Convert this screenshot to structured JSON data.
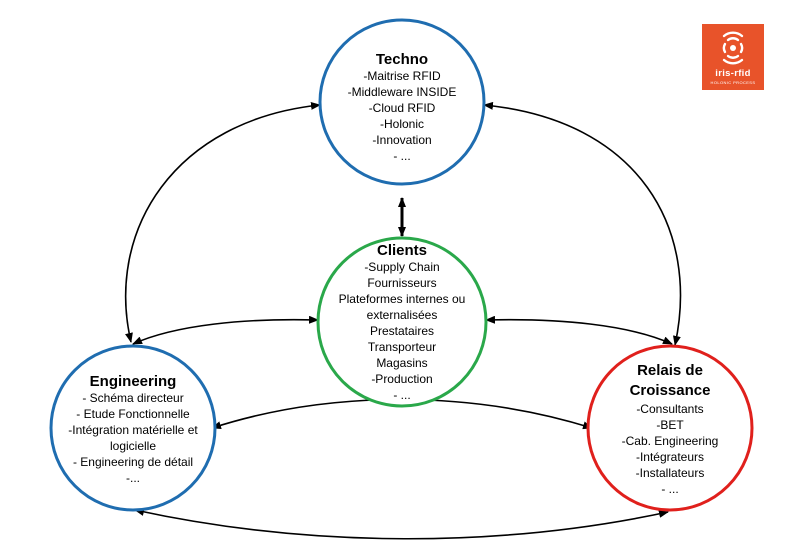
{
  "nodes": {
    "techno": {
      "title": "Techno",
      "lines": [
        "-Maitrise RFID",
        "-Middleware INSIDE",
        "-Cloud RFID",
        "-Holonic",
        "-Innovation",
        "- ..."
      ],
      "color": "#1f6db0"
    },
    "clients": {
      "title": "Clients",
      "lines": [
        "-Supply Chain",
        "Fournisseurs",
        "Plateformes internes ou",
        "externalisées",
        "Prestataires",
        "Transporteur",
        "Magasins",
        "-Production",
        "- ..."
      ],
      "color": "#2aa84a"
    },
    "engineering": {
      "title": "Engineering",
      "lines": [
        "- Schéma directeur",
        "- Etude Fonctionnelle",
        "-Intégration matérielle et",
        "logicielle",
        "- Engineering de détail",
        "-..."
      ],
      "color": "#1f6db0"
    },
    "relais": {
      "title_line1": "Relais de",
      "title_line2": "Croissance",
      "lines": [
        "-Consultants",
        "-BET",
        "-Cab. Engineering",
        "-Intégrateurs",
        "-Installateurs",
        "- ..."
      ],
      "color": "#e0201c"
    }
  },
  "logo": {
    "text": "iris-rfid",
    "subtext": "HOLONIC PROCESS",
    "color": "#e8532a"
  }
}
